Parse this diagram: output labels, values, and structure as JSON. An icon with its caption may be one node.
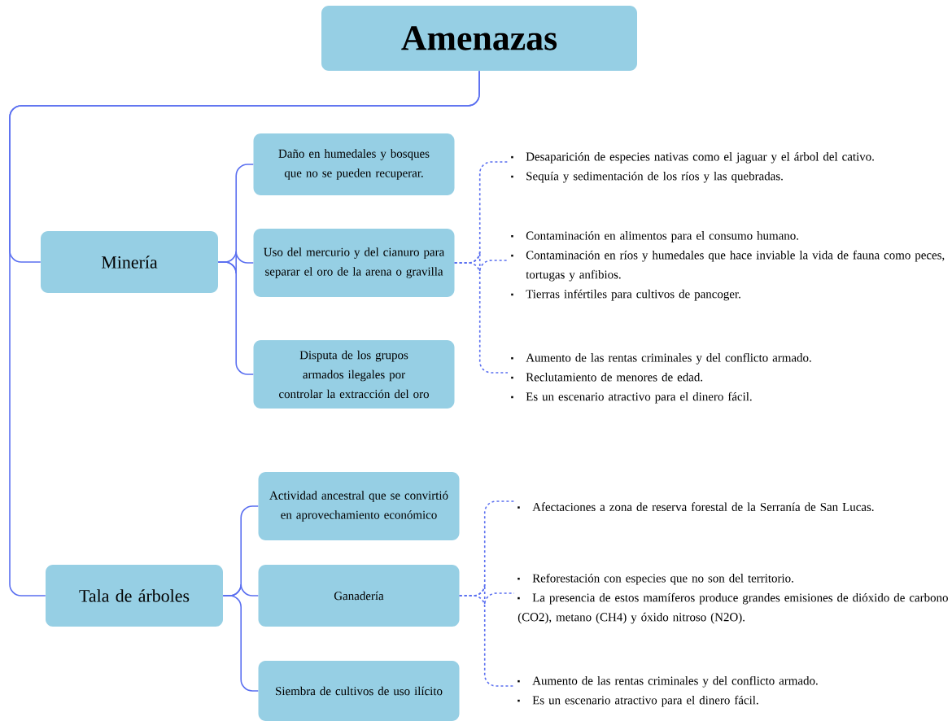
{
  "diagram": {
    "nodes": [
      {
        "text": [
          "Amenazas"
        ]
      },
      {
        "text": [
          "Minería"
        ]
      },
      {
        "text": [
          "Daño en humedales y bosques que no se pueden recuperar."
        ]
      },
      {
        "text": [
          "Uso del mercurio y del cianuro para separar el oro de la arena o gravilla"
        ]
      },
      {
        "text": [
          "Disputa de los grupos armados ilegales por controlar la extracción del oro"
        ]
      },
      {
        "text": [
          "Desaparición de especies nativas como el jaguar y el árbol del cativo.",
          "Sequía y sedimentación de los ríos y las quebradas."
        ]
      },
      {
        "text": [
          "Contaminación en alimentos para el consumo humano.",
          "Contaminación en ríos y humedales que hace inviable la vida de fauna como peces, tortugas y anfibios.",
          "Tierras infértiles para cultivos de pancoger."
        ]
      },
      {
        "text": [
          "Aumento de las rentas criminales y del conflicto armado.",
          "Reclutamiento de menores de edad.",
          "Es un escenario atractivo para el dinero fácil."
        ]
      },
      {
        "text": [
          "Tala de árboles"
        ]
      },
      {
        "text": [
          "Actividad ancestral que se convirtió en aprovechamiento económico"
        ]
      },
      {
        "text": [
          "Ganadería"
        ]
      },
      {
        "text": [
          "Siembra de cultivos de uso ilícito"
        ]
      },
      {
        "text": [
          "Afectaciones a zona de reserva forestal de la Serranía de San Lucas."
        ]
      },
      {
        "text": [
          "Reforestación con especies que no son del territorio.",
          "La presencia de estos mamíferos produce grandes emisiones de dióxido de carbono (CO2), metano (CH4) y óxido nitroso (N2O)."
        ]
      },
      {
        "text": [
          "Aumento de las rentas criminales y del conflicto armado.",
          "Es un escenario atractivo para el dinero fácil."
        ]
      }
    ],
    "edges": [
      {
        "from": 0,
        "to": 1,
        "arrow": "none"
      },
      {
        "from": 0,
        "to": 8,
        "arrow": "none"
      },
      {
        "from": 1,
        "to": 2,
        "arrow": "none"
      },
      {
        "from": 1,
        "to": 3,
        "arrow": "none"
      },
      {
        "from": 1,
        "to": 4,
        "arrow": "none"
      },
      {
        "from": 3,
        "to": 5,
        "arrow": "none",
        "style": "dashed"
      },
      {
        "from": 3,
        "to": 6,
        "arrow": "none",
        "style": "dashed"
      },
      {
        "from": 3,
        "to": 7,
        "arrow": "none",
        "style": "dashed"
      },
      {
        "from": 8,
        "to": 9,
        "arrow": "none"
      },
      {
        "from": 8,
        "to": 10,
        "arrow": "none"
      },
      {
        "from": 8,
        "to": 11,
        "arrow": "none"
      },
      {
        "from": 10,
        "to": 12,
        "arrow": "none",
        "style": "dashed"
      },
      {
        "from": 10,
        "to": 13,
        "arrow": "none",
        "style": "dashed"
      },
      {
        "from": 10,
        "to": 14,
        "arrow": "none",
        "style": "dashed"
      }
    ]
  }
}
